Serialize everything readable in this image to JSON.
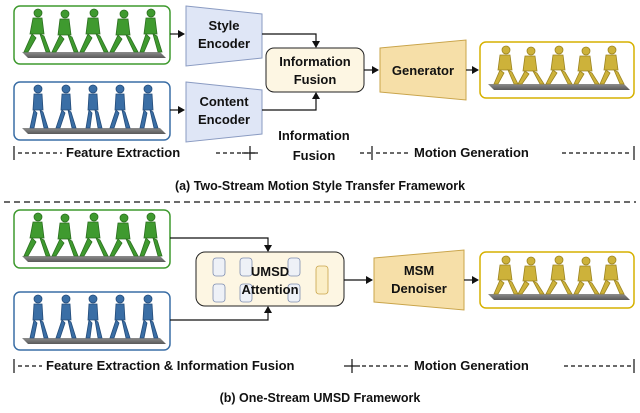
{
  "top": {
    "style_encoder": [
      "Style",
      "Encoder"
    ],
    "content_encoder": [
      "Content",
      "Encoder"
    ],
    "information_fusion": [
      "Information",
      "Fusion"
    ],
    "generator": "Generator",
    "stage_feature_extraction": "Feature Extraction",
    "stage_information_fusion": [
      "Information",
      "Fusion"
    ],
    "stage_motion_generation": "Motion Generation",
    "caption": "(a) Two-Stream Motion Style Transfer Framework"
  },
  "bottom": {
    "umsd_attention": [
      "UMSD",
      "Attention"
    ],
    "msm_denoiser": [
      "MSM",
      "Denoiser"
    ],
    "stage_feature_fusion": "Feature Extraction & Information Fusion",
    "stage_motion_generation": "Motion  Generation",
    "caption": "(b) One-Stream UMSD Framework"
  },
  "colors": {
    "style_green": "#3f9a2f",
    "content_blue": "#3a6ea5",
    "output_gold": "#d6b100",
    "encoder_blue_fill": "#dfe6f6",
    "fusion_fill": "#fdf6e3",
    "generator_fill": "#f6dfa8"
  }
}
